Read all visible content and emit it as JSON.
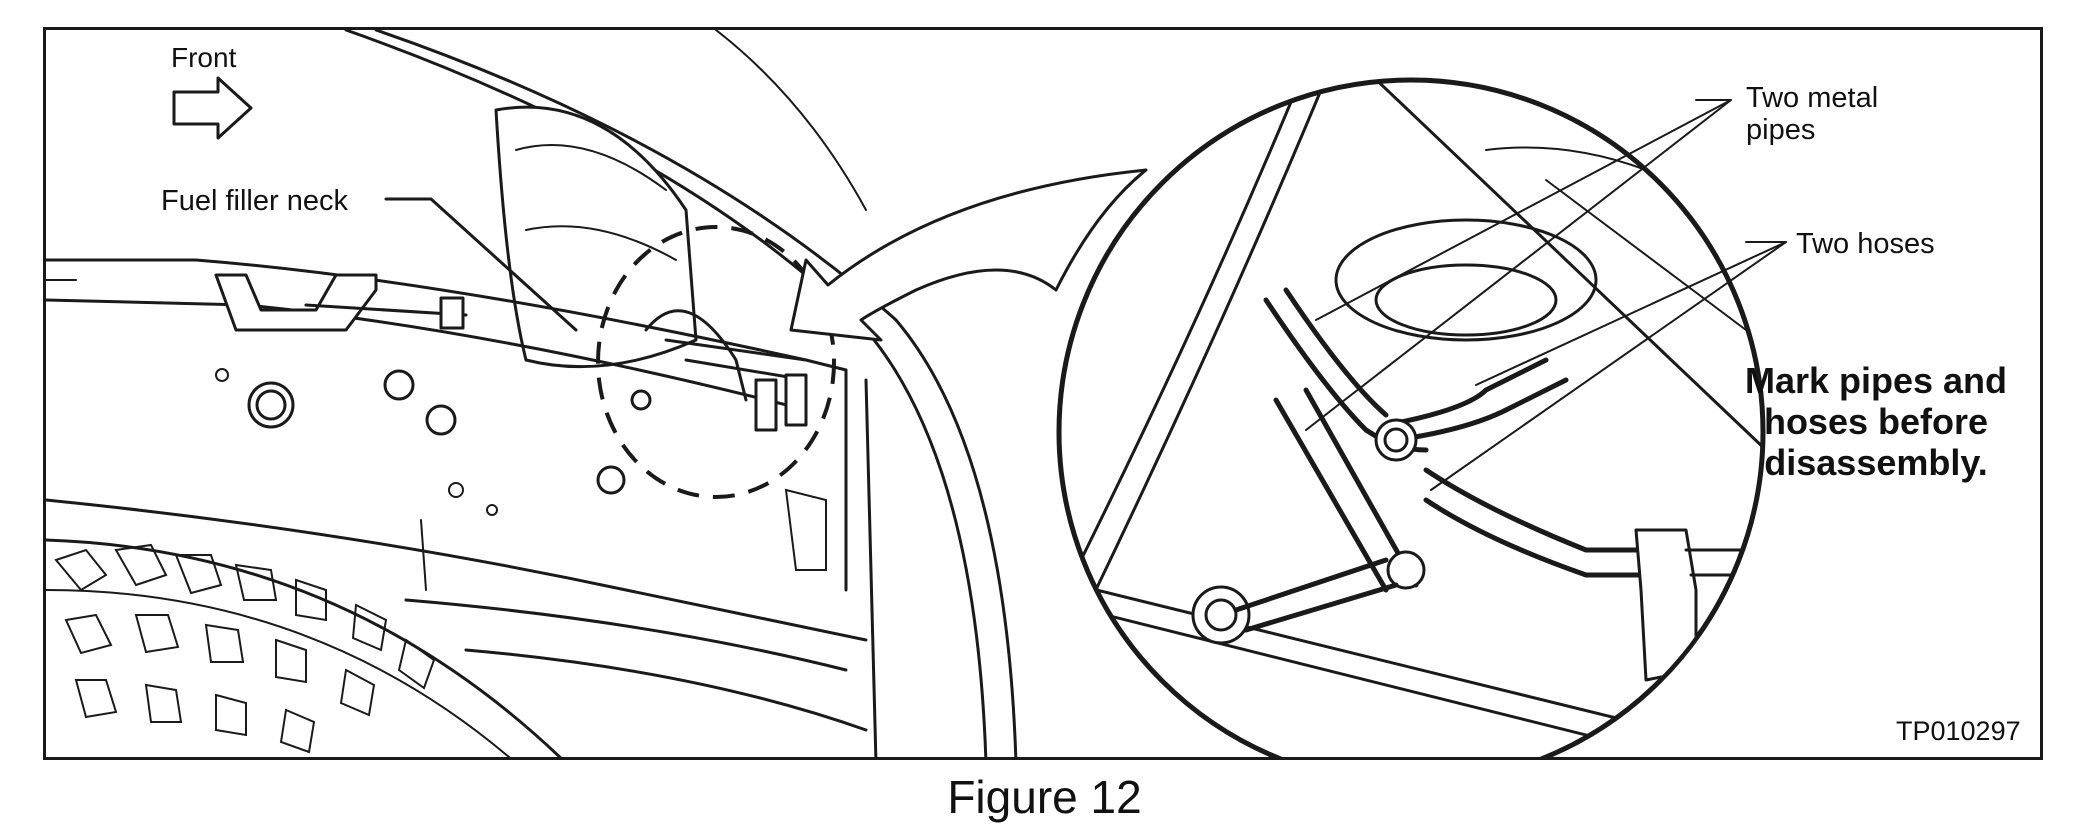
{
  "labels": {
    "front": "Front",
    "fuel_filler_neck": "Fuel filler neck",
    "metal_pipes": "Two metal pipes",
    "hoses": "Two hoses",
    "note": "Mark pipes and hoses before disassembly.",
    "code": "TP010297"
  },
  "caption": "Figure 12",
  "icons": {
    "direction_arrow": "arrow-right-outline-icon",
    "callout_arrow": "callout-arrow-icon"
  }
}
